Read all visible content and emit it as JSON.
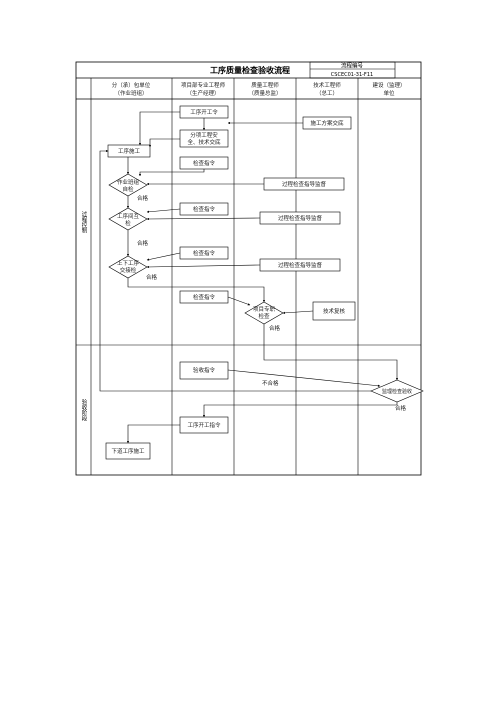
{
  "title": "工序质量检查验收流程",
  "process_no": {
    "label": "流程编号",
    "value": "CSCEC01-31-F11"
  },
  "columns": [
    {
      "line1": "分（承）包单位",
      "line2": "（作业班组）"
    },
    {
      "line1": "项目部专业工程师",
      "line2": "（生产经理）"
    },
    {
      "line1": "质量工程师",
      "line2": "（质量总监）"
    },
    {
      "line1": "技术工程师",
      "line2": "（总工）"
    },
    {
      "line1": "建设（监理）",
      "line2": "单位"
    }
  ],
  "phases": [
    "过程控制",
    "验收阶段"
  ],
  "boxes": {
    "start_order": "工序开工令",
    "tech_brief": [
      "分项工程安",
      "全、技术交底"
    ],
    "construction_plan_brief": "施工方案交底",
    "construction": "工序施工",
    "inspect_order_1": "检查指令",
    "supervise_1": "过程检查指导监督",
    "inspect_order_2": "检查指令",
    "supervise_2": "过程检查指导监督",
    "inspect_order_3": "检查指令",
    "supervise_3": "过程检查指导监督",
    "inspect_order_4": "检查指令",
    "tech_review": "技术复核",
    "accept_order": "验收指令",
    "next_start_order": "工序开工指令",
    "next_construction": "下道工序施工"
  },
  "decisions": {
    "self_check": [
      "作业班组",
      "自检"
    ],
    "mutual_check": [
      "工序间互",
      "检"
    ],
    "handover_check": [
      "上下工序",
      "交接检"
    ],
    "pm_check": [
      "项目专职",
      "检查"
    ],
    "supervisor_accept": "监理检查验收"
  },
  "labels": {
    "pass_1": "合格",
    "pass_2": "合格",
    "pass_3": "合格",
    "pass_4": "合格",
    "fail": "不合格",
    "pass_5": "合格"
  }
}
